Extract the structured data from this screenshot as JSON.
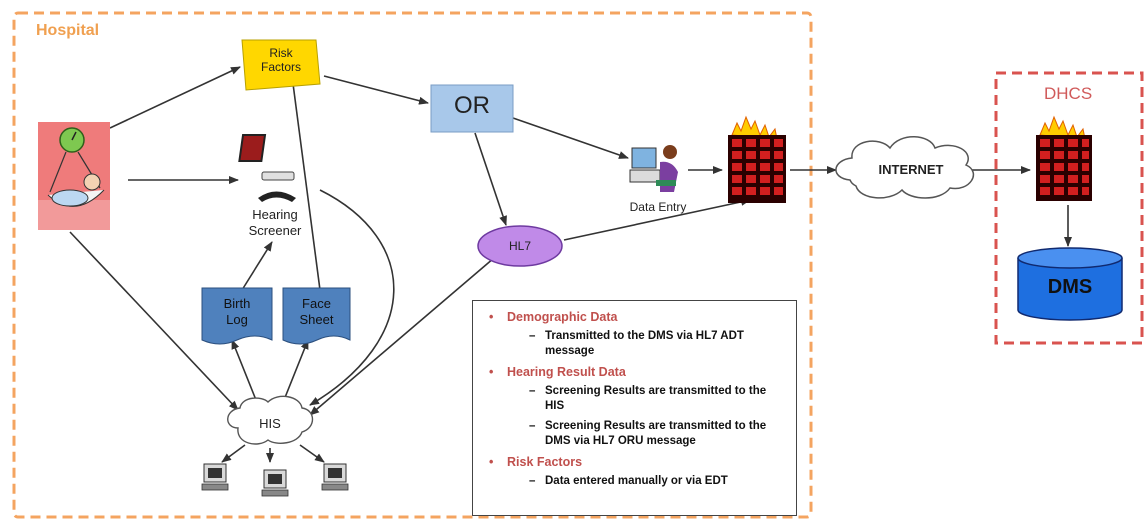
{
  "groups": {
    "hospital": "Hospital",
    "dhcs": "DHCS"
  },
  "nodes": {
    "risk_factors_line1": "Risk",
    "risk_factors_line2": "Factors",
    "or": "OR",
    "hearing_screener_line1": "Hearing",
    "hearing_screener_line2": "Screener",
    "birth_log_line1": "Birth",
    "birth_log_line2": "Log",
    "face_sheet_line1": "Face",
    "face_sheet_line2": "Sheet",
    "his": "HIS",
    "hl7": "HL7",
    "data_entry": "Data Entry",
    "internet": "INTERNET",
    "dms": "DMS"
  },
  "legend": {
    "sections": [
      {
        "title": "Demographic Data",
        "items": [
          "Transmitted to the DMS via HL7 ADT message"
        ]
      },
      {
        "title": "Hearing Result Data",
        "items": [
          "Screening Results are transmitted to the HIS",
          "Screening Results are transmitted to the DMS via HL7 ORU message"
        ]
      },
      {
        "title": "Risk Factors",
        "items": [
          "Data entered manually or via EDT"
        ]
      }
    ]
  },
  "colors": {
    "hospital_border": "#f4a460",
    "dhcs_border": "#d9534f",
    "or_box": "#a8c8ea",
    "hl7_node": "#c08ae8",
    "document": "#4f81bd",
    "risk_note": "#ffd700",
    "dms": "#1e6fe0",
    "legend_heading": "#c0504d"
  },
  "icons": [
    "infant-scale-icon",
    "hearing-screener-icon",
    "data-entry-workstation-icon",
    "firewall-icon",
    "computer-terminal-icon"
  ]
}
